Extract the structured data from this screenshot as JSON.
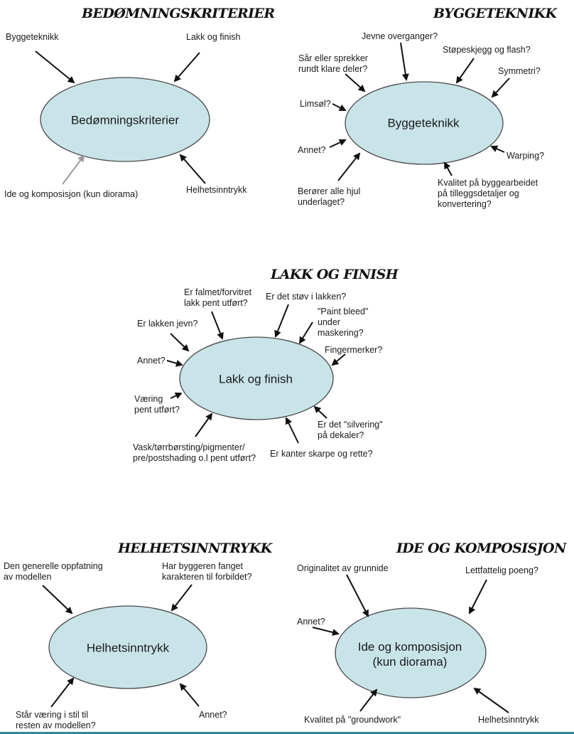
{
  "colors": {
    "ellipse_fill": "#c9e4e9",
    "ellipse_stroke": "#4a4a4a",
    "arrow": "#111111",
    "arrow_gray": "#9a9a9a",
    "bottom_line": "#2e8b96"
  },
  "panels": {
    "kriterier": {
      "title": "BEDØMNINGSKRITERIER",
      "center": [
        "Bedømningskriterier"
      ],
      "labels": [
        "Byggeteknikk",
        "Lakk og finish",
        "Ide og komposisjon (kun diorama)",
        "Helhetsinntrykk"
      ]
    },
    "byggeteknikk": {
      "title": "BYGGETEKNIKK",
      "center": [
        "Byggeteknikk"
      ],
      "labels": [
        [
          "Jevne overganger?"
        ],
        [
          "Sår eller sprekker",
          "rundt klare deler?"
        ],
        [
          "Støpeskjegg og flash?"
        ],
        [
          "Symmetri?"
        ],
        [
          "Limsøl?"
        ],
        [
          "Annet?"
        ],
        [
          "Warping?"
        ],
        [
          "Berører alle hjul",
          "underlaget?"
        ],
        [
          "Kvalitet på byggearbeidet",
          "på tilleggsdetaljer og",
          "konvertering?"
        ]
      ]
    },
    "lakk": {
      "title": "LAKK OG FINISH",
      "center": [
        "Lakk og finish"
      ],
      "labels": [
        [
          "Er falmet/forvitret",
          "lakk pent utført?"
        ],
        [
          "Er det støv i lakken?"
        ],
        [
          "\"Paint bleed\"",
          "under",
          "maskering?"
        ],
        [
          "Er lakken jevn?"
        ],
        [
          "Fingermerker?"
        ],
        [
          "Annet?"
        ],
        [
          "Væring",
          "pent utført?"
        ],
        [
          "Er det \"silvering\"",
          "på dekaler?"
        ],
        [
          "Vask/tørrbørsting/pigmenter/",
          "pre/postshading o.l pent utført?"
        ],
        [
          "Er kanter skarpe og rette?"
        ]
      ]
    },
    "helhet": {
      "title": "HELHETSINNTRYKK",
      "center": [
        "Helhetsinntrykk"
      ],
      "labels": [
        [
          "Den generelle oppfatning",
          "av modellen"
        ],
        [
          "Har byggeren fanget",
          "karakteren til forbildet?"
        ],
        [
          "Står væring i stil til",
          "resten av modellen?"
        ],
        [
          "Annet?"
        ]
      ]
    },
    "ide": {
      "title": "IDE OG KOMPOSISJON",
      "center": [
        "Ide og komposisjon",
        "(kun diorama)"
      ],
      "labels": [
        [
          "Originalitet av grunnide"
        ],
        [
          "Lettfattelig poeng?"
        ],
        [
          "Annet?"
        ],
        [
          "Kvalitet på \"groundwork\""
        ],
        [
          "Helhetsinntrykk"
        ]
      ]
    }
  }
}
